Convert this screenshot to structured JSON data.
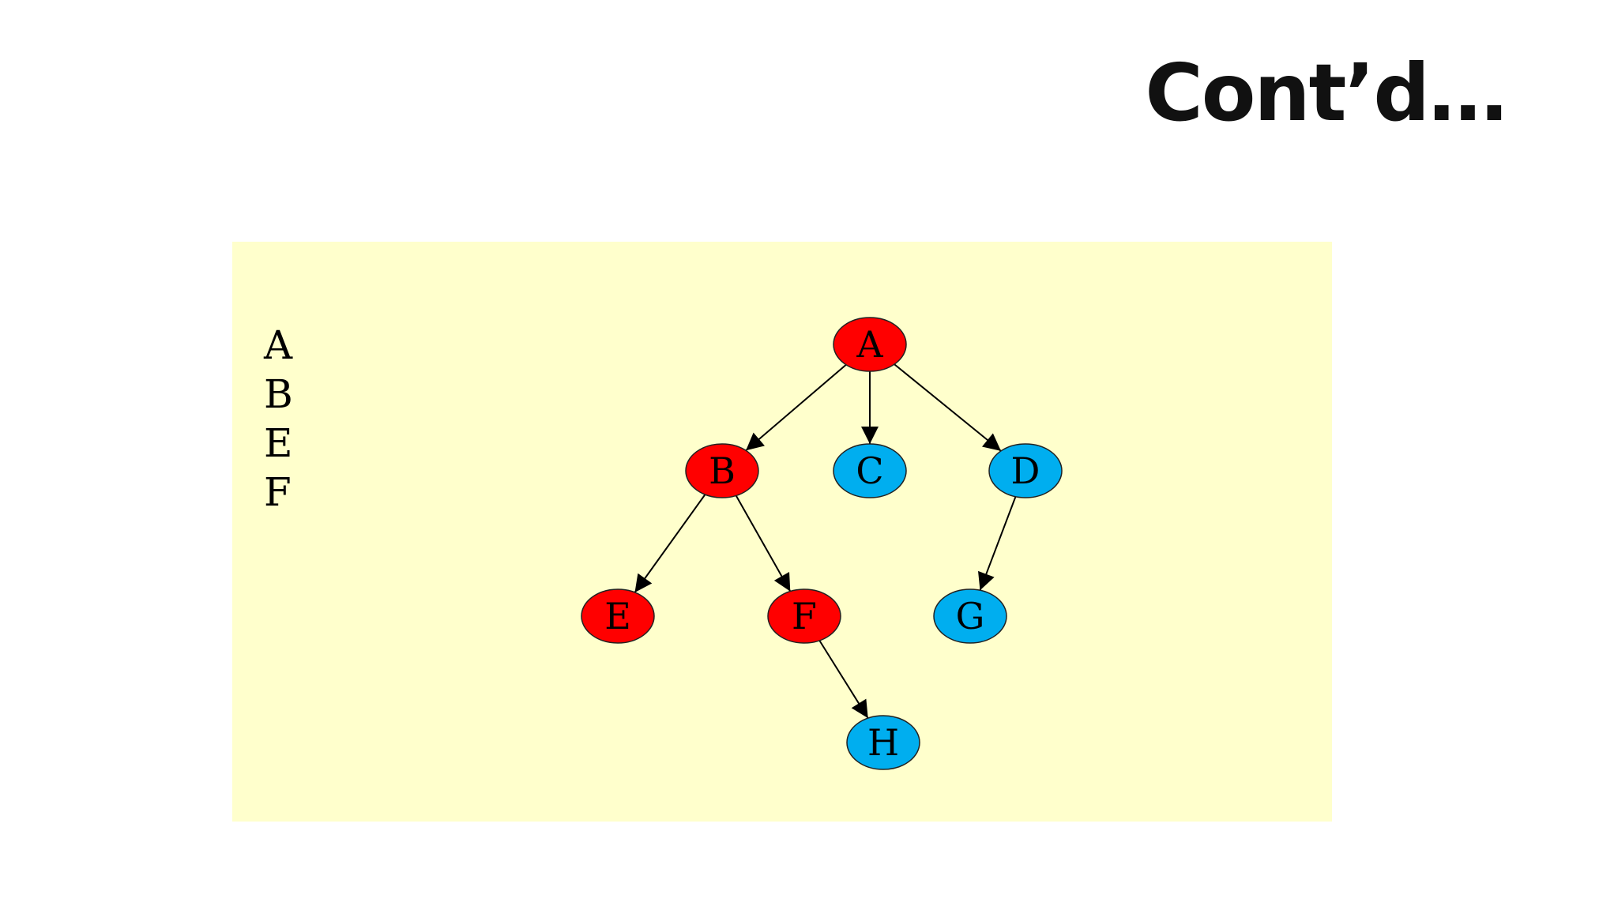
{
  "title": "Cont’d…",
  "visit_order": [
    "A",
    "B",
    "E",
    "F"
  ],
  "colors": {
    "panel_background": "#ffffcc",
    "visited_node": "#ff0000",
    "unvisited_node": "#00aeef",
    "edge": "#000000",
    "text": "#000000"
  },
  "graph": {
    "nodes": [
      {
        "id": "A",
        "label": "A",
        "state": "visited"
      },
      {
        "id": "B",
        "label": "B",
        "state": "visited"
      },
      {
        "id": "C",
        "label": "C",
        "state": "unvisited"
      },
      {
        "id": "D",
        "label": "D",
        "state": "unvisited"
      },
      {
        "id": "E",
        "label": "E",
        "state": "visited"
      },
      {
        "id": "F",
        "label": "F",
        "state": "visited"
      },
      {
        "id": "G",
        "label": "G",
        "state": "unvisited"
      },
      {
        "id": "H",
        "label": "H",
        "state": "unvisited"
      }
    ],
    "edges": [
      {
        "from": "A",
        "to": "B"
      },
      {
        "from": "A",
        "to": "C"
      },
      {
        "from": "A",
        "to": "D"
      },
      {
        "from": "B",
        "to": "E"
      },
      {
        "from": "B",
        "to": "F"
      },
      {
        "from": "D",
        "to": "G"
      },
      {
        "from": "F",
        "to": "H"
      }
    ]
  }
}
